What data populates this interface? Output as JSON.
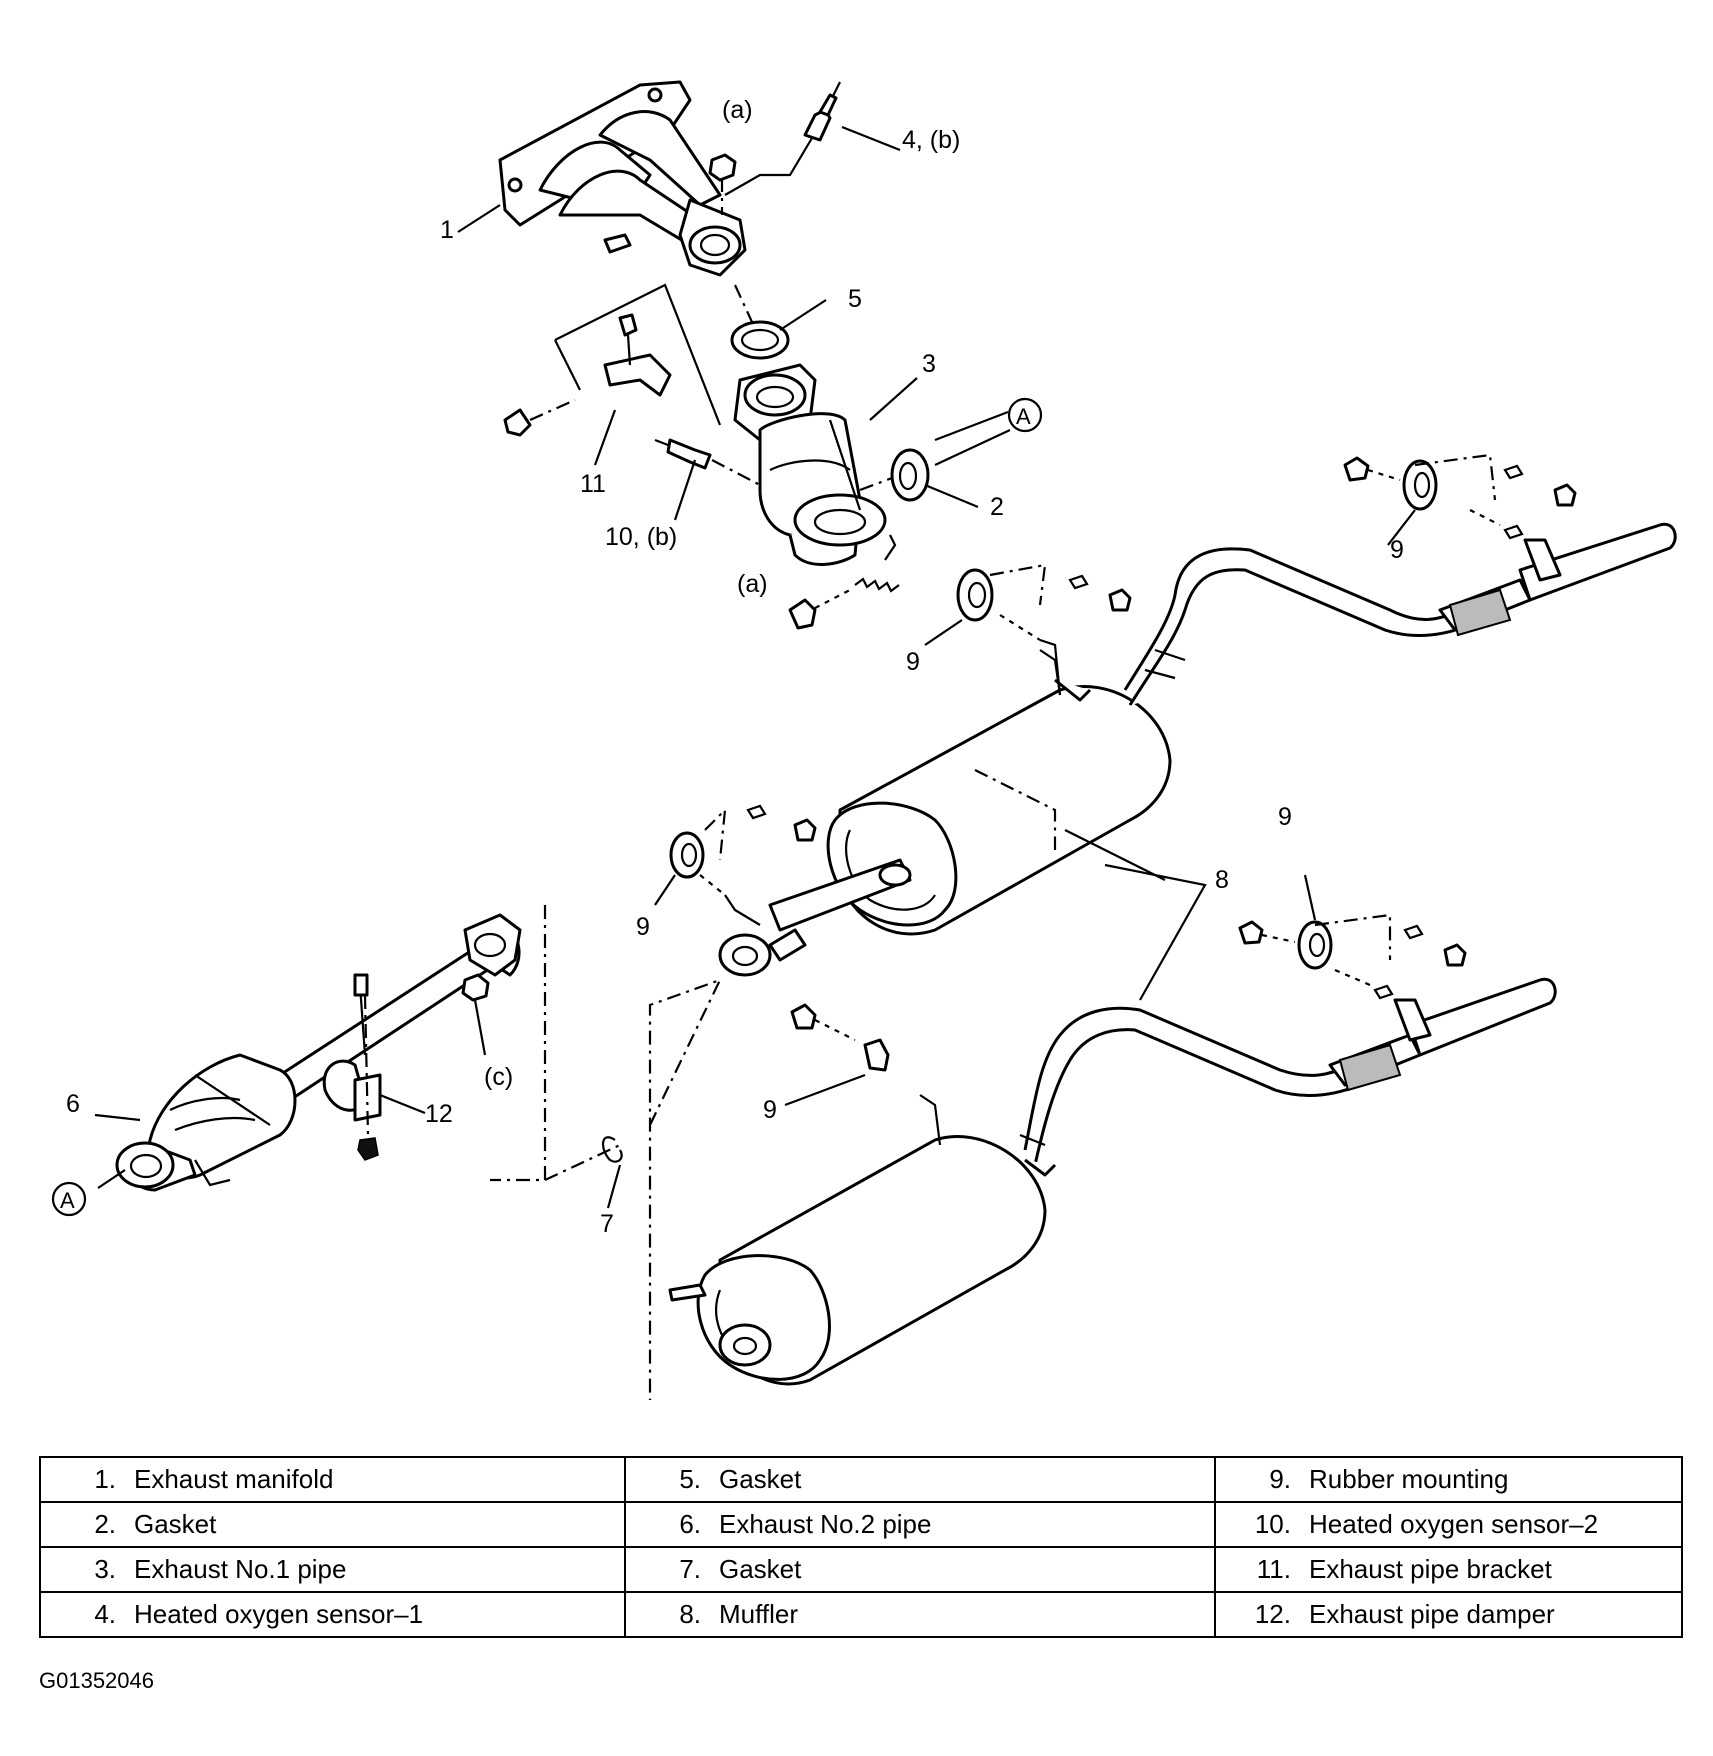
{
  "callouts": {
    "c1": "1",
    "c2": "2",
    "c3": "3",
    "c4b": "4, (b)",
    "c5": "5",
    "c6": "6",
    "c7": "7",
    "c8": "8",
    "c9a": "9",
    "c9b": "9",
    "c9c": "9",
    "c9d": "9",
    "c9e": "9",
    "c10b": "10, (b)",
    "c11": "11",
    "c12": "12",
    "a_top": "(a)",
    "a_bottom": "(a)",
    "c_label": "(c)",
    "A_ref_1": "A",
    "A_ref_2": "A"
  },
  "legend": {
    "rows": [
      [
        {
          "num": "1.",
          "label": "Exhaust manifold"
        },
        {
          "num": "5.",
          "label": "Gasket"
        },
        {
          "num": "9.",
          "label": "Rubber mounting"
        }
      ],
      [
        {
          "num": "2.",
          "label": "Gasket"
        },
        {
          "num": "6.",
          "label": "Exhaust No.2 pipe"
        },
        {
          "num": "10.",
          "label": "Heated oxygen sensor–2"
        }
      ],
      [
        {
          "num": "3.",
          "label": "Exhaust No.1 pipe"
        },
        {
          "num": "7.",
          "label": "Gasket"
        },
        {
          "num": "11.",
          "label": "Exhaust pipe bracket"
        }
      ],
      [
        {
          "num": "4.",
          "label": "Heated oxygen sensor–1"
        },
        {
          "num": "8.",
          "label": "Muffler"
        },
        {
          "num": "12.",
          "label": "Exhaust pipe damper"
        }
      ]
    ]
  },
  "figure_code": "G01352046"
}
